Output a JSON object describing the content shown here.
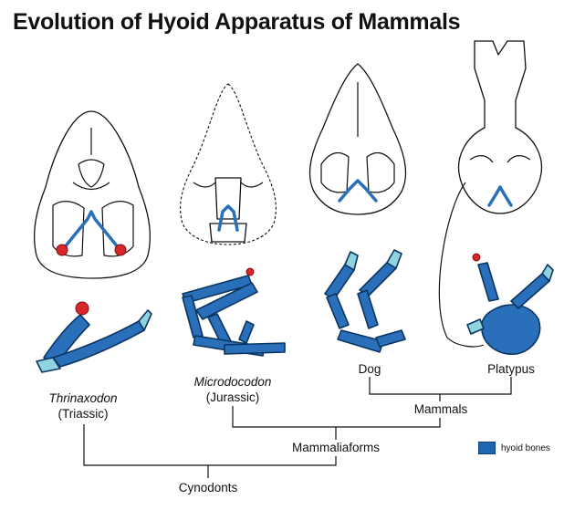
{
  "title": "Evolution of Hyoid Apparatus of Mammals",
  "taxa": {
    "thrinaxodon": {
      "name": "Thrinaxodon",
      "period": "(Triassic)"
    },
    "microdocodon": {
      "name": "Microdocodon",
      "period": "(Jurassic)"
    },
    "dog": {
      "name": "Dog"
    },
    "platypus": {
      "name": "Platypus"
    }
  },
  "clades": {
    "mammals": "Mammals",
    "mammaliaforms": "Mammaliaforms",
    "cynodonts": "Cynodonts"
  },
  "legend": {
    "label": "hyoid bones",
    "color": "#1f66b1"
  },
  "colors": {
    "hyoid": "#2a6fba",
    "cartilage": "#8fd3df",
    "ear_ossicle": "#d9262b",
    "outline": "#111111"
  }
}
